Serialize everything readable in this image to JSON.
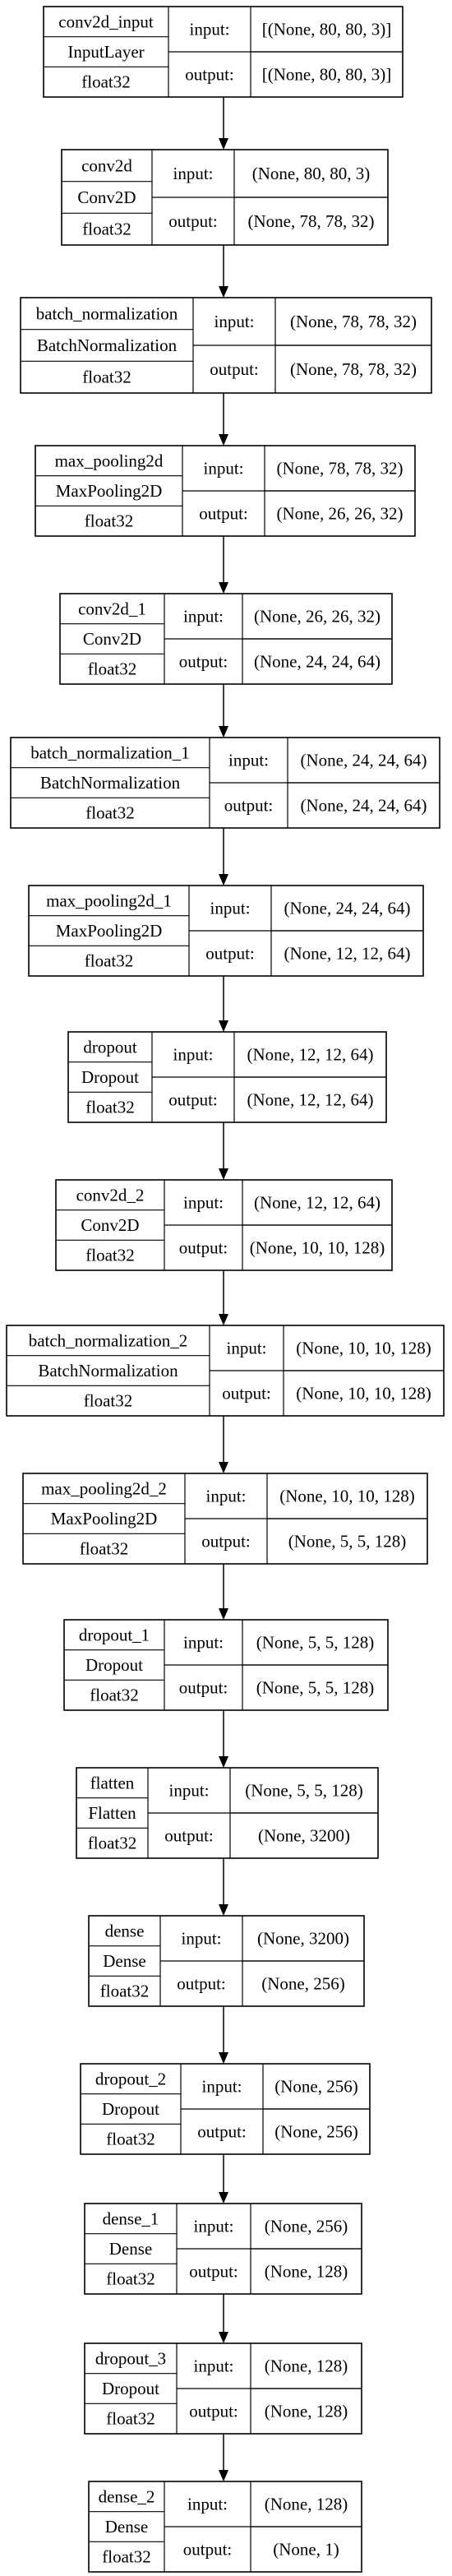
{
  "layers": [
    {
      "name": "conv2d_input",
      "type": "InputLayer",
      "dtype": "float32",
      "input_label": "input:",
      "output_label": "output:",
      "input_shape": "[(None, 80, 80, 3)]",
      "output_shape": "[(None, 80, 80, 3)]"
    },
    {
      "name": "conv2d",
      "type": "Conv2D",
      "dtype": "float32",
      "input_label": "input:",
      "output_label": "output:",
      "input_shape": "(None, 80, 80, 3)",
      "output_shape": "(None, 78, 78, 32)"
    },
    {
      "name": "batch_normalization",
      "type": "BatchNormalization",
      "dtype": "float32",
      "input_label": "input:",
      "output_label": "output:",
      "input_shape": "(None, 78, 78, 32)",
      "output_shape": "(None, 78, 78, 32)"
    },
    {
      "name": "max_pooling2d",
      "type": "MaxPooling2D",
      "dtype": "float32",
      "input_label": "input:",
      "output_label": "output:",
      "input_shape": "(None, 78, 78, 32)",
      "output_shape": "(None, 26, 26, 32)"
    },
    {
      "name": "conv2d_1",
      "type": "Conv2D",
      "dtype": "float32",
      "input_label": "input:",
      "output_label": "output:",
      "input_shape": "(None, 26, 26, 32)",
      "output_shape": "(None, 24, 24, 64)"
    },
    {
      "name": "batch_normalization_1",
      "type": "BatchNormalization",
      "dtype": "float32",
      "input_label": "input:",
      "output_label": "output:",
      "input_shape": "(None, 24, 24, 64)",
      "output_shape": "(None, 24, 24, 64)"
    },
    {
      "name": "max_pooling2d_1",
      "type": "MaxPooling2D",
      "dtype": "float32",
      "input_label": "input:",
      "output_label": "output:",
      "input_shape": "(None, 24, 24, 64)",
      "output_shape": "(None, 12, 12, 64)"
    },
    {
      "name": "dropout",
      "type": "Dropout",
      "dtype": "float32",
      "input_label": "input:",
      "output_label": "output:",
      "input_shape": "(None, 12, 12, 64)",
      "output_shape": "(None, 12, 12, 64)"
    },
    {
      "name": "conv2d_2",
      "type": "Conv2D",
      "dtype": "float32",
      "input_label": "input:",
      "output_label": "output:",
      "input_shape": "(None, 12, 12, 64)",
      "output_shape": "(None, 10, 10, 128)"
    },
    {
      "name": "batch_normalization_2",
      "type": "BatchNormalization",
      "dtype": "float32",
      "input_label": "input:",
      "output_label": "output:",
      "input_shape": "(None, 10, 10, 128)",
      "output_shape": "(None, 10, 10, 128)"
    },
    {
      "name": "max_pooling2d_2",
      "type": "MaxPooling2D",
      "dtype": "float32",
      "input_label": "input:",
      "output_label": "output:",
      "input_shape": "(None, 10, 10, 128)",
      "output_shape": "(None, 5, 5, 128)"
    },
    {
      "name": "dropout_1",
      "type": "Dropout",
      "dtype": "float32",
      "input_label": "input:",
      "output_label": "output:",
      "input_shape": "(None, 5, 5, 128)",
      "output_shape": "(None, 5, 5, 128)"
    },
    {
      "name": "flatten",
      "type": "Flatten",
      "dtype": "float32",
      "input_label": "input:",
      "output_label": "output:",
      "input_shape": "(None, 5, 5, 128)",
      "output_shape": "(None, 3200)"
    },
    {
      "name": "dense",
      "type": "Dense",
      "dtype": "float32",
      "input_label": "input:",
      "output_label": "output:",
      "input_shape": "(None, 3200)",
      "output_shape": "(None, 256)"
    },
    {
      "name": "dropout_2",
      "type": "Dropout",
      "dtype": "float32",
      "input_label": "input:",
      "output_label": "output:",
      "input_shape": "(None, 256)",
      "output_shape": "(None, 256)"
    },
    {
      "name": "dense_1",
      "type": "Dense",
      "dtype": "float32",
      "input_label": "input:",
      "output_label": "output:",
      "input_shape": "(None, 256)",
      "output_shape": "(None, 128)"
    },
    {
      "name": "dropout_3",
      "type": "Dropout",
      "dtype": "float32",
      "input_label": "input:",
      "output_label": "output:",
      "input_shape": "(None, 128)",
      "output_shape": "(None, 128)"
    },
    {
      "name": "dense_2",
      "type": "Dense",
      "dtype": "float32",
      "input_label": "input:",
      "output_label": "output:",
      "input_shape": "(None, 128)",
      "output_shape": "(None, 1)"
    }
  ]
}
